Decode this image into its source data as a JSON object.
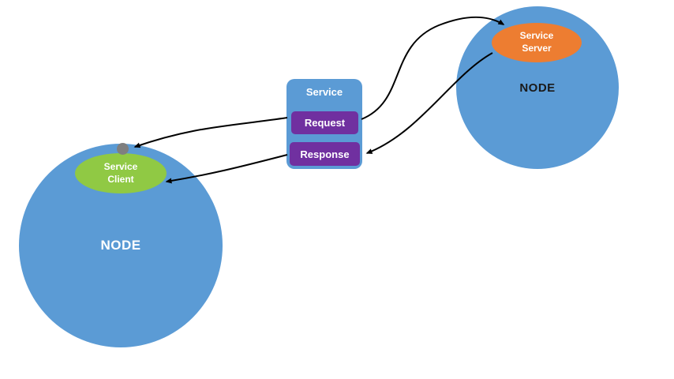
{
  "diagram": {
    "left_node": {
      "label": "NODE"
    },
    "right_node": {
      "label": "NODE"
    },
    "service_client": {
      "line1": "Service",
      "line2": "Client"
    },
    "service_server": {
      "line1": "Service",
      "line2": "Server"
    },
    "service_box": {
      "title": "Service",
      "request": "Request",
      "response": "Response"
    },
    "colors": {
      "background": "#ffffff",
      "node_blue": "#5b9bd5",
      "client_green": "#90c944",
      "server_orange": "#ed7d31",
      "message_purple": "#7030a0",
      "arrow": "#000000",
      "connection_dot": "#7f7f7f",
      "left_node_text": "#ffffff",
      "right_node_text": "#1a1a1a"
    }
  }
}
